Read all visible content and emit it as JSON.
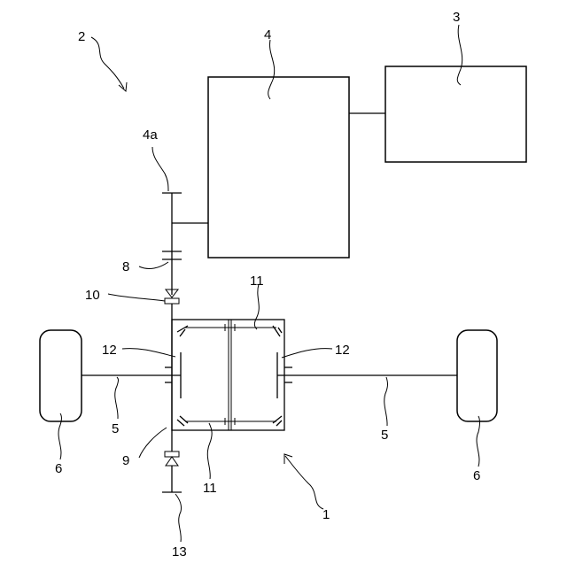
{
  "labels": {
    "l1": "1",
    "l2": "2",
    "l3": "3",
    "l4": "4",
    "l4a": "4a",
    "l5_left": "5",
    "l5_right": "5",
    "l6_left": "6",
    "l6_right": "6",
    "l8": "8",
    "l9": "9",
    "l10": "10",
    "l11_top": "11",
    "l11_bottom": "11",
    "l12_left": "12",
    "l12_right": "12",
    "l13": "13"
  }
}
